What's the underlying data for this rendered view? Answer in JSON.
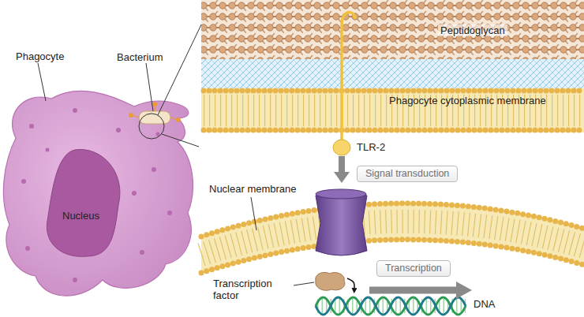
{
  "diagram": {
    "nodes": [
      {
        "text": [
          "Phagocyte"
        ]
      },
      {
        "text": [
          "Nucleus"
        ],
        "in": 0
      },
      {
        "text": [
          "Bacterium"
        ]
      },
      {
        "text": [
          "Peptidoglycan"
        ]
      },
      {
        "text": [
          "Phagocyte cytoplasmic membrane"
        ]
      },
      {
        "text": [
          "TLR-2"
        ]
      },
      {
        "text": [
          "Nuclear membrane"
        ]
      },
      {
        "text": [
          "Transcription factor"
        ]
      },
      {
        "text": [
          "DNA"
        ]
      }
    ],
    "edges": [
      {
        "from": 5,
        "to": 6,
        "label": "Signal transduction",
        "arrow": "to"
      },
      {
        "from": 7,
        "to": 8,
        "arrow": "to"
      }
    ],
    "labels": [
      "Transcription"
    ]
  }
}
